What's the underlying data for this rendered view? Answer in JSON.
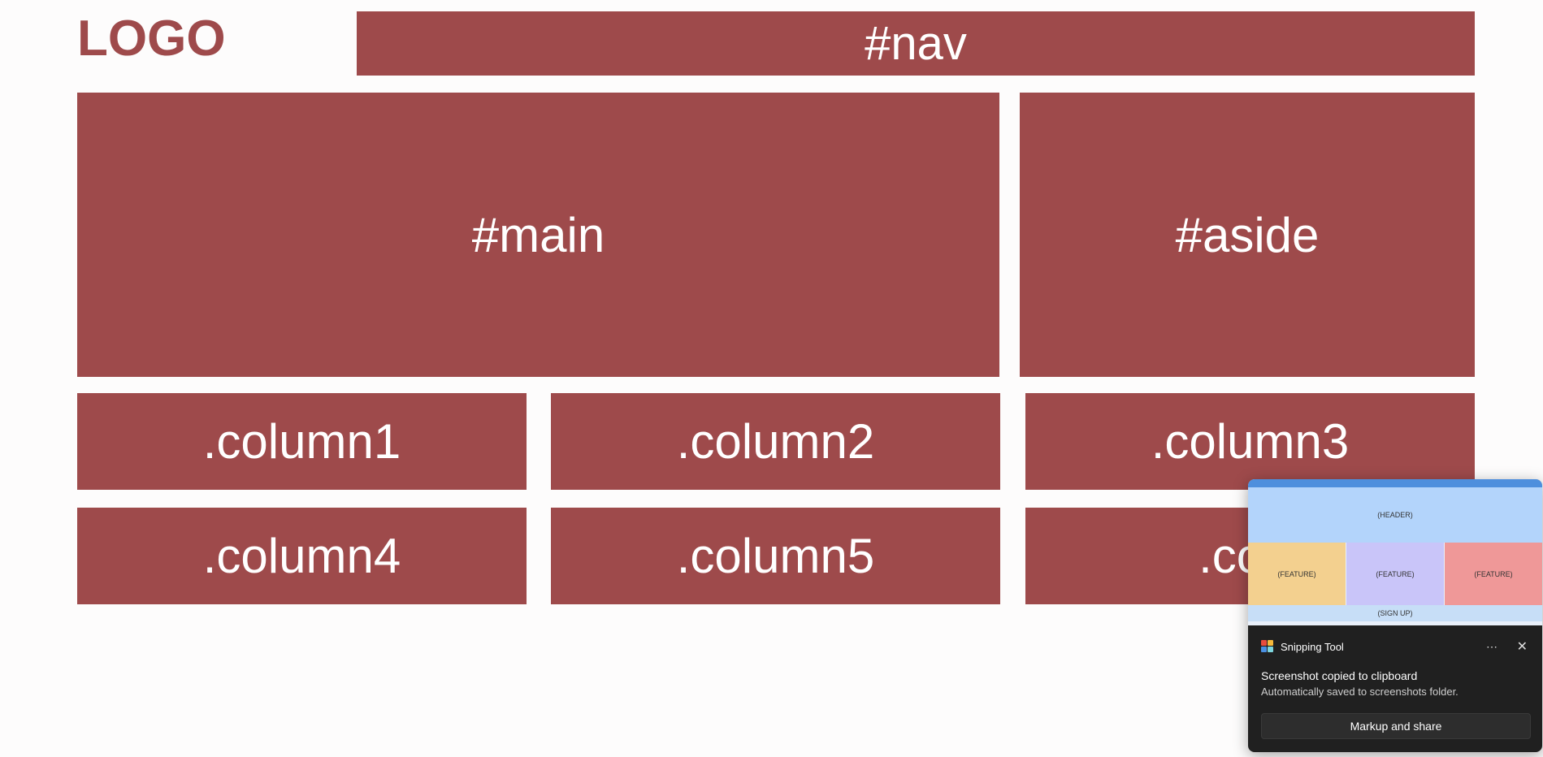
{
  "page": {
    "logo": "LOGO",
    "nav": "#nav",
    "main": "#main",
    "aside": "#aside",
    "columns": [
      ".column1",
      ".column2",
      ".column3",
      ".column4",
      ".column5",
      ".colu"
    ]
  },
  "toast": {
    "thumbnail": {
      "header": "(HEADER)",
      "features": [
        "(FEATURE)",
        "(FEATURE)",
        "(FEATURE)"
      ],
      "signup": "(SIGN UP)"
    },
    "app_name": "Snipping Tool",
    "more_icon": "⋯",
    "close_icon": "✕",
    "title": "Screenshot copied to clipboard",
    "subtitle": "Automatically saved to screenshots folder.",
    "button": "Markup and share"
  },
  "colors": {
    "block": "#9e4a4b",
    "toast_bg": "#202020",
    "header_blue": "#b3d4fb",
    "feature_yellow": "#f3d08f",
    "feature_purple": "#c9c5f9",
    "feature_pink": "#ef9898"
  }
}
